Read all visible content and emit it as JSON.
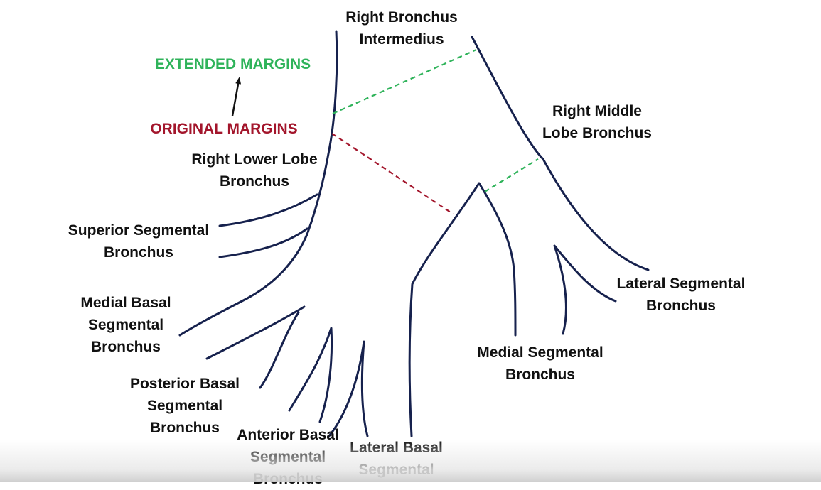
{
  "colors": {
    "line": "#16214d",
    "extended": "#2fb35a",
    "original": "#a3162c",
    "text": "#111111"
  },
  "legend": {
    "extended": "EXTENDED MARGINS",
    "original": "ORIGINAL MARGINS"
  },
  "labels": {
    "intermedius": [
      "Right Bronchus",
      "Intermedius"
    ],
    "middle_lobe": [
      "Right Middle",
      "Lobe Bronchus"
    ],
    "lower_lobe": [
      "Right Lower Lobe",
      "Bronchus"
    ],
    "superior_segmental": [
      "Superior Segmental",
      "Bronchus"
    ],
    "medial_basal": [
      "Medial Basal",
      "Segmental",
      "Bronchus"
    ],
    "posterior_basal": [
      "Posterior Basal",
      "Segmental",
      "Bronchus"
    ],
    "anterior_basal": [
      "Anterior Basal",
      "Segmental",
      "Bronchus"
    ],
    "lateral_basal": [
      "Lateral Basal",
      "Segmental"
    ],
    "medial_segmental": [
      "Medial Segmental",
      "Bronchus"
    ],
    "lateral_segmental": [
      "Lateral Segmental",
      "Bronchus"
    ]
  }
}
